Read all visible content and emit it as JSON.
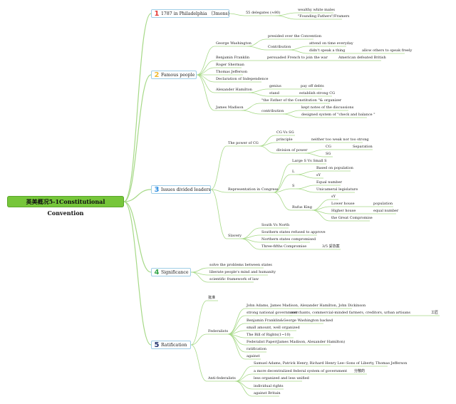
{
  "root": {
    "label": "英美概况5-1Constitutional Convention"
  },
  "branches": [
    {
      "num": "1",
      "color": "#e33b36",
      "label": "1787 in Philadelphia （3mons)"
    },
    {
      "num": "2",
      "color": "#f0b830",
      "label": "Famous people"
    },
    {
      "num": "3",
      "color": "#2b8ce0",
      "label": "Issues divided leaders"
    },
    {
      "num": "4",
      "color": "#3aa84e",
      "label": "Significance"
    },
    {
      "num": "5",
      "color": "#23336e",
      "label": "Ratification"
    }
  ],
  "nodes": [
    "55 delegates (≈80)",
    "wealthy white males",
    "\"Founding Fathers\"/Framers",
    "George Washington",
    "presided over the Convention",
    "Contribution",
    "attend on time everyday",
    "didn't speak a thing",
    "allow others to speak freely",
    "Benjamin Franklin",
    "persuaded French to join the war",
    "American defeated British",
    "Roger Sherman",
    "Thomas Jefferson",
    "Declaration of Independence",
    "Alexander Hamilton",
    "genius",
    "pay off debts",
    "stand",
    "establish strong CG",
    "James Madison",
    "\"the Father of the Constitution \"& organizer",
    "contribution",
    "kept notes of the discussions",
    "designed system of \"check and balance \"",
    "The power of CG",
    "CG Vs SG",
    "principle",
    "neither too weak nor too strong",
    "division of power",
    "CG",
    "Separation",
    "SG",
    "Representation in Congress",
    "Large S Vs Small S",
    "L",
    "Based on population",
    "sY",
    "S",
    "Equal number",
    "Unicameral legislature",
    "Rufus King",
    "sY",
    "Lower house",
    "population",
    "Higher house",
    "equal number",
    "the Great Compromise",
    "Slavery",
    "South Vs North",
    "Southern states refused to approve",
    "Northern states compromised",
    "Three-fifths Compromise",
    "3/5 妥协案",
    "solve the problems between states",
    "liberate people's mind and humanity",
    "scientific framework of law",
    "批准",
    "Federalists",
    "John Adams, James Madison, Alexander Hamilton, John Dickinson",
    "strong national government",
    "merchants, commercial-minded farmers, creditors, urban artisans",
    "工匠",
    "Benjamin Franklin&George Washington backed",
    "small amount, well organized",
    "The Bill of Rights(1~10)",
    "Federalist Paper(James Madison, Alexander Hamilton)",
    "ratification",
    "against",
    "Anti-federalists",
    "Samuel Adams, Patrick Henry, Richard Henry Lee--Sons of Liberty, Thomas Jefferson",
    "a more decentralized federal system of government",
    "分散的",
    "less organized and less unified",
    "individual rights",
    "against Britain"
  ]
}
